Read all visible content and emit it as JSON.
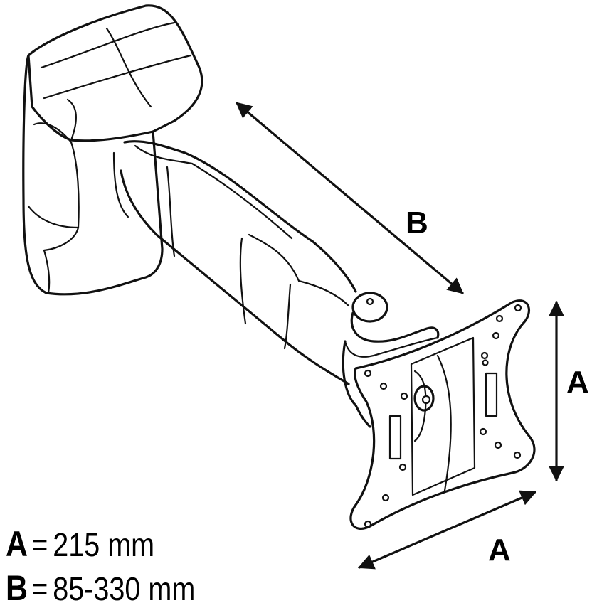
{
  "dimension_labels": {
    "b_arrow": "B",
    "a_vertical": "A",
    "a_horizontal": "A"
  },
  "legend": [
    {
      "letter": "A",
      "equals": "=",
      "value": "215 mm"
    },
    {
      "letter": "B",
      "equals": "=",
      "value": "85-330 mm"
    }
  ]
}
